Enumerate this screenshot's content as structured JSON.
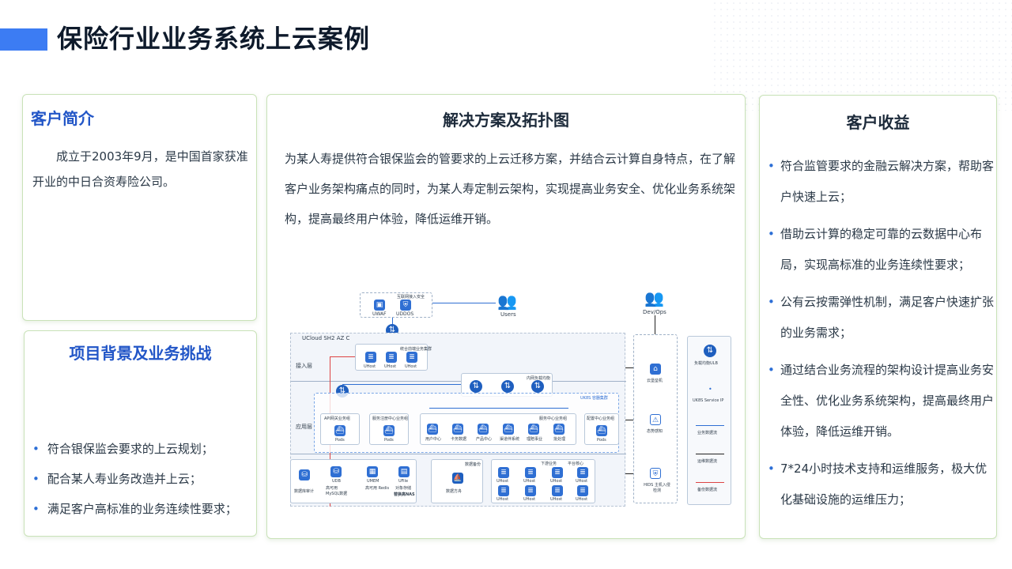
{
  "page": {
    "title": "保险行业业务系统上云案例"
  },
  "customer_intro": {
    "heading": "客户简介",
    "text": "成立于2003年9月，是中国首家获准开业的中日合资寿险公司。"
  },
  "background": {
    "heading": "项目背景及业务挑战",
    "items": [
      "符合银保监会要求的上云规划；",
      "配合某人寿业务改造并上云；",
      "满足客户高标准的业务连续性要求；"
    ]
  },
  "solution": {
    "heading": "解决方案及拓扑图",
    "text": "为某人寿提供符合银保监会的管要求的上云迁移方案，并结合云计算自身特点，在了解客户业务架构痛点的同时，为某人寿定制云架构，实现提高业务安全、优化业务系统架构，提高最终用户体验，降低运维开销。"
  },
  "diagram": {
    "uwaf": "UWAF",
    "uddos": "UDDOS",
    "internet_security": "互联网接入安全",
    "users": "Users",
    "devops": "Dev/Ops",
    "zone_label": "UCloud SH2 AZ C",
    "layer_access": "接入层",
    "layer_app": "应用层",
    "lb_group": "统合前端业务集群",
    "uhost": "UHost",
    "internal_lb": "内网负载均衡",
    "uk8s_cluster": "UK8S 容器集群",
    "api_gw": "API网关业务组",
    "service_reg": "服务注册中心业务组",
    "service_center": "服务中心业务组",
    "config_center": "配置中心业务组",
    "pods": "Pods",
    "svc_user": "用户中心",
    "svc_card": "卡务数据",
    "svc_product": "产品中心",
    "svc_channel": "渠道伴系统",
    "svc_claim": "理赔事业",
    "svc_batch": "批处理",
    "db_audit": "数据库审计",
    "udb": "UDB",
    "udb_sub": "高可用 MySQL数据",
    "umem": "UMEM",
    "umem_sub": "高可用 Redis",
    "ufile": "UFile",
    "ufile_sub": "对象存储",
    "nas": "替换高NAS",
    "data_backup": "数据备份",
    "backup_group": "数据方舟",
    "hids": "HIDS 主机入侵检测",
    "cloud_bastion": "云堡垒机",
    "situation": "态势感知",
    "legend_lb": "负载均衡ULB",
    "legend_svc": "UK8S Service IP",
    "legend_business": "业务数据流",
    "legend_ops": "运维数据流",
    "legend_backup": "备份数据流",
    "offline": "下游业务",
    "apply": "平台核心"
  },
  "benefits": {
    "heading": "客户收益",
    "items": [
      "符合监管要求的金融云解决方案，帮助客户快速上云；",
      "借助云计算的稳定可靠的云数据中心布局，实现高标准的业务连续性要求；",
      "公有云按需弹性机制，满足客户快速扩张的业务需求；",
      "通过结合业务流程的架构设计提高业务安全性、优化业务系统架构，提高最终用户体验，降低运维开销。",
      "7*24小时技术支持和运维服务，极大优化基础设施的运维压力；"
    ]
  },
  "colors": {
    "accent": "#3c7cf3",
    "heading_blue": "#2256c7",
    "card_border": "#c9e2b8"
  }
}
